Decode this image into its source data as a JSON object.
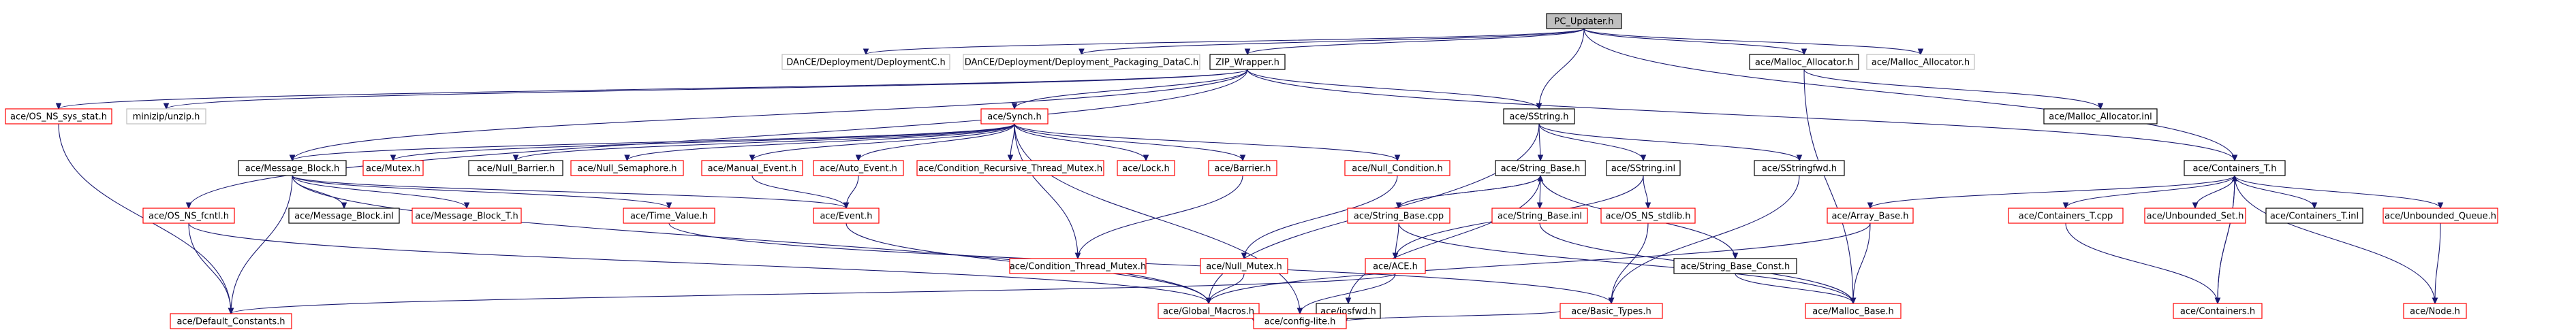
{
  "graph": {
    "title": "PC_Updater.h include dependency graph",
    "colors": {
      "edge": "#191970",
      "root_fill": "#bfbfbf",
      "red": "#ff0000",
      "grey": "#bfbfbf",
      "black": "#000000"
    },
    "nodes": [
      {
        "id": "pc_updater",
        "label": "PC_Updater.h",
        "style": "root"
      },
      {
        "id": "deploymentc",
        "label": "DAnCE/Deployment/DeploymentC.h",
        "style": "grey"
      },
      {
        "id": "packaging_datac",
        "label": "DAnCE/Deployment/Deployment_Packaging_DataC.h",
        "style": "grey"
      },
      {
        "id": "zip_wrapper",
        "label": "ZIP_Wrapper.h",
        "style": "black"
      },
      {
        "id": "malloc_allocator_h",
        "label": "ace/Malloc_Allocator.h",
        "style": "black"
      },
      {
        "id": "malloc_allocator_grey",
        "label": "ace/Malloc_Allocator.h",
        "style": "grey"
      },
      {
        "id": "os_ns_sys_stat",
        "label": "ace/OS_NS_sys_stat.h",
        "style": "red"
      },
      {
        "id": "minizip",
        "label": "minizip/unzip.h",
        "style": "grey"
      },
      {
        "id": "synch",
        "label": "ace/Synch.h",
        "style": "red"
      },
      {
        "id": "sstring",
        "label": "ace/SString.h",
        "style": "black"
      },
      {
        "id": "malloc_allocator_inl",
        "label": "ace/Malloc_Allocator.inl",
        "style": "black"
      },
      {
        "id": "message_block",
        "label": "ace/Message_Block.h",
        "style": "black"
      },
      {
        "id": "mutex",
        "label": "ace/Mutex.h",
        "style": "red"
      },
      {
        "id": "null_barrier",
        "label": "ace/Null_Barrier.h",
        "style": "black"
      },
      {
        "id": "null_semaphore",
        "label": "ace/Null_Semaphore.h",
        "style": "red"
      },
      {
        "id": "manual_event",
        "label": "ace/Manual_Event.h",
        "style": "red"
      },
      {
        "id": "auto_event",
        "label": "ace/Auto_Event.h",
        "style": "red"
      },
      {
        "id": "cond_recursive",
        "label": "ace/Condition_Recursive_Thread_Mutex.h",
        "style": "red"
      },
      {
        "id": "lock",
        "label": "ace/Lock.h",
        "style": "red"
      },
      {
        "id": "barrier",
        "label": "ace/Barrier.h",
        "style": "red"
      },
      {
        "id": "null_condition",
        "label": "ace/Null_Condition.h",
        "style": "red"
      },
      {
        "id": "string_base_h",
        "label": "ace/String_Base.h",
        "style": "black"
      },
      {
        "id": "sstring_inl",
        "label": "ace/SString.inl",
        "style": "black"
      },
      {
        "id": "sstringfwd",
        "label": "ace/SStringfwd.h",
        "style": "black"
      },
      {
        "id": "containers_t_h",
        "label": "ace/Containers_T.h",
        "style": "black"
      },
      {
        "id": "os_ns_fcntl",
        "label": "ace/OS_NS_fcntl.h",
        "style": "red"
      },
      {
        "id": "message_block_inl",
        "label": "ace/Message_Block.inl",
        "style": "black"
      },
      {
        "id": "message_block_t",
        "label": "ace/Message_Block_T.h",
        "style": "red"
      },
      {
        "id": "time_value",
        "label": "ace/Time_Value.h",
        "style": "red"
      },
      {
        "id": "event",
        "label": "ace/Event.h",
        "style": "red"
      },
      {
        "id": "cond_thread_mutex",
        "label": "ace/Condition_Thread_Mutex.h",
        "style": "red"
      },
      {
        "id": "null_mutex",
        "label": "ace/Null_Mutex.h",
        "style": "red"
      },
      {
        "id": "string_base_cpp",
        "label": "ace/String_Base.cpp",
        "style": "red"
      },
      {
        "id": "string_base_inl",
        "label": "ace/String_Base.inl",
        "style": "red"
      },
      {
        "id": "os_ns_stdlib",
        "label": "ace/OS_NS_stdlib.h",
        "style": "red"
      },
      {
        "id": "string_base_const",
        "label": "ace/String_Base_Const.h",
        "style": "black"
      },
      {
        "id": "array_base",
        "label": "ace/Array_Base.h",
        "style": "red"
      },
      {
        "id": "containers_t_cpp",
        "label": "ace/Containers_T.cpp",
        "style": "red"
      },
      {
        "id": "unbounded_set",
        "label": "ace/Unbounded_Set.h",
        "style": "red"
      },
      {
        "id": "containers_t_inl",
        "label": "ace/Containers_T.inl",
        "style": "black"
      },
      {
        "id": "unbounded_queue",
        "label": "ace/Unbounded_Queue.h",
        "style": "red"
      },
      {
        "id": "global_macros",
        "label": "ace/Global_Macros.h",
        "style": "red"
      },
      {
        "id": "iosfwd",
        "label": "ace/iosfwd.h",
        "style": "black"
      },
      {
        "id": "ace_h",
        "label": "ace/ACE.h",
        "style": "red"
      },
      {
        "id": "basic_types",
        "label": "ace/Basic_Types.h",
        "style": "red"
      },
      {
        "id": "malloc_base",
        "label": "ace/Malloc_Base.h",
        "style": "red"
      },
      {
        "id": "containers_h",
        "label": "ace/Containers.h",
        "style": "red"
      },
      {
        "id": "node",
        "label": "ace/Node.h",
        "style": "red"
      },
      {
        "id": "default_constants",
        "label": "ace/Default_Constants.h",
        "style": "red"
      },
      {
        "id": "config_lite",
        "label": "ace/config-lite.h",
        "style": "red"
      }
    ],
    "edges": [
      [
        "pc_updater",
        "deploymentc"
      ],
      [
        "pc_updater",
        "packaging_datac"
      ],
      [
        "pc_updater",
        "zip_wrapper"
      ],
      [
        "pc_updater",
        "malloc_allocator_h"
      ],
      [
        "pc_updater",
        "malloc_allocator_grey"
      ],
      [
        "pc_updater",
        "sstring"
      ],
      [
        "pc_updater",
        "containers_t_h"
      ],
      [
        "zip_wrapper",
        "os_ns_sys_stat"
      ],
      [
        "zip_wrapper",
        "minizip"
      ],
      [
        "zip_wrapper",
        "synch"
      ],
      [
        "zip_wrapper",
        "sstring"
      ],
      [
        "zip_wrapper",
        "message_block"
      ],
      [
        "zip_wrapper",
        "os_ns_fcntl"
      ],
      [
        "zip_wrapper",
        "containers_t_h"
      ],
      [
        "malloc_allocator_h",
        "malloc_allocator_inl"
      ],
      [
        "malloc_allocator_h",
        "malloc_base"
      ],
      [
        "os_ns_sys_stat",
        "default_constants"
      ],
      [
        "synch",
        "mutex"
      ],
      [
        "synch",
        "null_barrier"
      ],
      [
        "synch",
        "null_semaphore"
      ],
      [
        "synch",
        "manual_event"
      ],
      [
        "synch",
        "auto_event"
      ],
      [
        "synch",
        "cond_recursive"
      ],
      [
        "synch",
        "lock"
      ],
      [
        "synch",
        "barrier"
      ],
      [
        "synch",
        "null_condition"
      ],
      [
        "synch",
        "message_block"
      ],
      [
        "synch",
        "config_lite"
      ],
      [
        "synch",
        "cond_thread_mutex"
      ],
      [
        "sstring",
        "string_base_h"
      ],
      [
        "sstring",
        "sstring_inl"
      ],
      [
        "sstring",
        "sstringfwd"
      ],
      [
        "sstring",
        "global_macros"
      ],
      [
        "message_block",
        "message_block_inl"
      ],
      [
        "message_block",
        "message_block_t"
      ],
      [
        "message_block",
        "time_value"
      ],
      [
        "message_block",
        "event"
      ],
      [
        "message_block",
        "default_constants"
      ],
      [
        "message_block",
        "global_macros"
      ],
      [
        "manual_event",
        "event"
      ],
      [
        "auto_event",
        "event"
      ],
      [
        "barrier",
        "cond_thread_mutex"
      ],
      [
        "null_condition",
        "null_mutex"
      ],
      [
        "string_base_h",
        "string_base_cpp"
      ],
      [
        "string_base_h",
        "string_base_inl"
      ],
      [
        "string_base_h",
        "string_base_const"
      ],
      [
        "string_base_h",
        "iosfwd"
      ],
      [
        "string_base_cpp",
        "string_base_h"
      ],
      [
        "string_base_cpp",
        "ace_h"
      ],
      [
        "string_base_cpp",
        "malloc_base"
      ],
      [
        "sstring_inl",
        "os_ns_stdlib"
      ],
      [
        "sstring_inl",
        "ace_h"
      ],
      [
        "sstringfwd",
        "basic_types"
      ],
      [
        "string_base_inl",
        "malloc_base"
      ],
      [
        "os_ns_stdlib",
        "basic_types"
      ],
      [
        "containers_t_h",
        "array_base"
      ],
      [
        "containers_t_h",
        "containers_t_cpp"
      ],
      [
        "containers_t_h",
        "unbounded_set"
      ],
      [
        "containers_t_h",
        "containers_t_inl"
      ],
      [
        "containers_t_h",
        "unbounded_queue"
      ],
      [
        "containers_t_h",
        "node"
      ],
      [
        "containers_t_h",
        "containers_h"
      ],
      [
        "containers_t_cpp",
        "containers_h"
      ],
      [
        "containers_h",
        "containers_t_h"
      ],
      [
        "array_base",
        "global_macros"
      ],
      [
        "array_base",
        "malloc_base"
      ],
      [
        "unbounded_queue",
        "node"
      ],
      [
        "os_ns_fcntl",
        "default_constants"
      ],
      [
        "os_ns_fcntl",
        "global_macros"
      ],
      [
        "event",
        "global_macros"
      ],
      [
        "null_mutex",
        "global_macros"
      ],
      [
        "time_value",
        "basic_types"
      ],
      [
        "ace_h",
        "default_constants"
      ],
      [
        "ace_h",
        "config_lite"
      ],
      [
        "global_macros",
        "config_lite"
      ],
      [
        "basic_types",
        "config_lite"
      ],
      [
        "string_base_const",
        "malloc_base"
      ]
    ]
  }
}
